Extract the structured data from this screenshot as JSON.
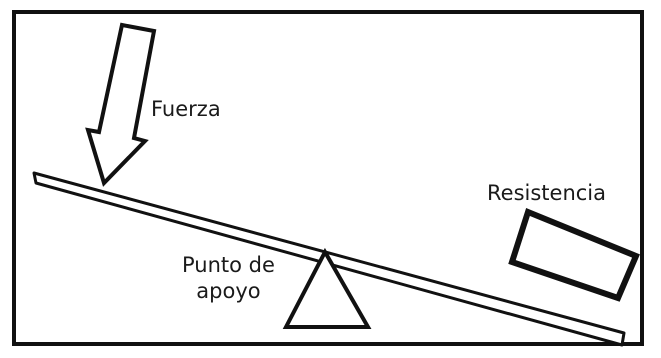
{
  "diagram": {
    "labels": {
      "force": "Fuerza",
      "resistance": "Resistencia",
      "fulcrum_line1": "Punto de",
      "fulcrum_line2": "apoyo"
    },
    "elements": [
      {
        "id": "force-arrow",
        "kind": "arrow",
        "direction": "down"
      },
      {
        "id": "lever-bar",
        "kind": "bar"
      },
      {
        "id": "fulcrum-triangle",
        "kind": "triangle"
      },
      {
        "id": "resistance-block",
        "kind": "rectangle"
      }
    ],
    "colors": {
      "stroke": "#111111",
      "fill": "#ffffff",
      "text": "#1a1a1a"
    }
  }
}
